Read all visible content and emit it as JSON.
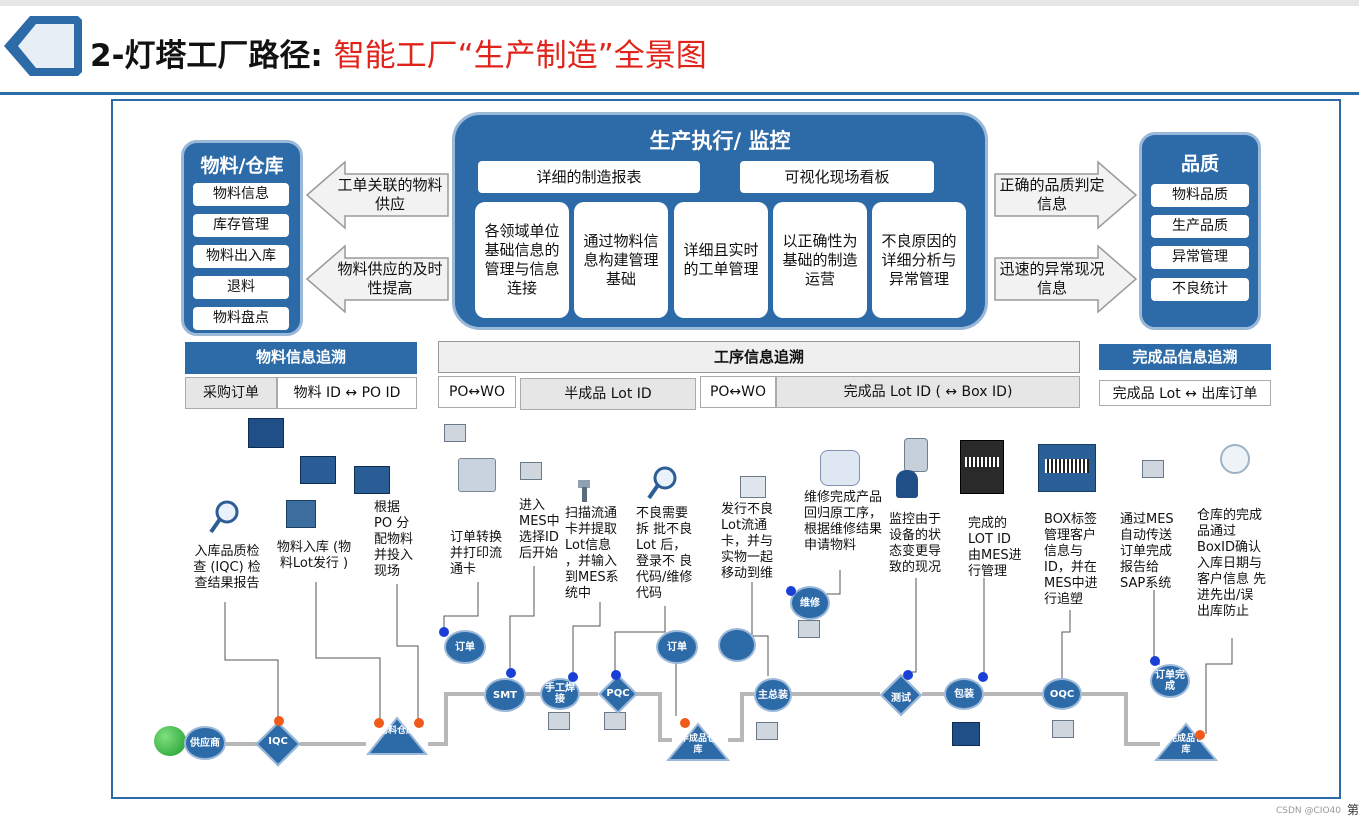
{
  "header": {
    "title_prefix": "2-灯塔工厂路径: ",
    "title_main": "智能工厂“生产制造”全景图"
  },
  "materials": {
    "title": "物料/仓库",
    "items": [
      "物料信息",
      "库存管理",
      "物料出入库",
      "退料",
      "物料盘点"
    ]
  },
  "production": {
    "title": "生产执行/ 监控",
    "top_buttons": [
      "详细的制造报表",
      "可视化现场看板"
    ],
    "cards": [
      "各领域单位基础信息的管理与信息连接",
      "通过物料信息构建管理基础",
      "详细且实时的工单管理",
      "以正确性为基础的制造运营",
      "不良原因的详细分析与异常管理"
    ]
  },
  "quality": {
    "title": "品质",
    "items": [
      "物料品质",
      "生产品质",
      "异常管理",
      "不良统计"
    ]
  },
  "arrows": {
    "left_top": "工单关联的物料供应",
    "left_bottom": "物料供应的及时性提高",
    "right_top": "正确的品质判定信息",
    "right_bottom": "迅速的异常现况信息"
  },
  "trace": {
    "material": {
      "title": "物料信息追溯",
      "cells": [
        "采购订单",
        "物料 ID ↔ PO ID"
      ]
    },
    "process": {
      "title": "工序信息追溯",
      "cells": [
        "PO↔WO",
        "半成品 Lot ID",
        "PO↔WO",
        "完成品 Lot ID ( ↔ Box ID)"
      ]
    },
    "finished": {
      "title": "完成品信息追溯",
      "cell": "完成品 Lot ↔ 出库订单"
    }
  },
  "steps": [
    "入库品质检查 (IQC) 检查结果报告",
    "物料入库 (物料Lot发行 )",
    "根据 PO 分配物料并投入现场",
    "订单转换并打印流通卡",
    "进入 MES中选择ID后开始",
    "扫描流通卡并提取Lot信息 ，并输入到MES系统中",
    "不良需要拆 批不良Lot 后，登录不 良代码/维修代码",
    "发行不良Lot流通卡，并与实物一起移动到维",
    "维修完成产品 回归原工序， 根据维修结果 申请物料",
    "监控由于设备的状态变更导致的现况",
    "完成的 LOT ID 由MES进行管理",
    "BOX标签管理客户信息与ID，并在MES中进行追塑",
    "通过MES自动传送订单完成报告给SAP系统",
    "仓库的完成品通过BoxID确认入库日期与客户信息 先进先出/误 出库防止"
  ],
  "nodes": {
    "supplier": "供应商",
    "iqc": "IQC",
    "material_wh": "物料仓库",
    "order1": "订单",
    "smt": "SMT",
    "hand_weld": "手工焊接",
    "pqc": "PQC",
    "order2": "订单",
    "semi_wh": "半成品仓库",
    "repair": "维修",
    "assembly": "主总装",
    "test": "测试",
    "pack": "包装",
    "oqc": "OQC",
    "order_done": "订单完成",
    "finished_wh": "完成品仓库"
  },
  "watermark": "CSDN @CIO40",
  "page_char": "第",
  "colors": {
    "primary": "#2c6aa8",
    "title_red": "#e0241c",
    "dot_blue": "#1a3fd6",
    "dot_orange": "#f05a1a"
  }
}
